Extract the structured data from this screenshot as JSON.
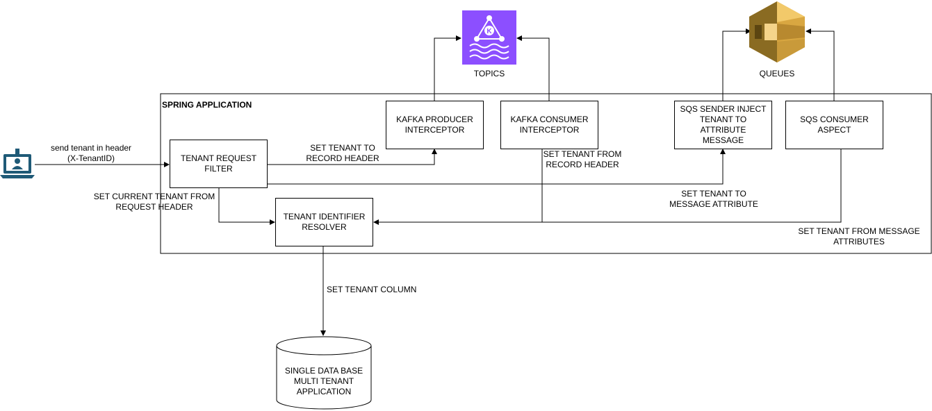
{
  "app_label": "SPRING APPLICATION",
  "user": {
    "label": "send tenant in header\n(X-TenantID)"
  },
  "boxes": {
    "tenant_request_filter": "TENANT REQUEST\nFILTER",
    "kafka_producer": "KAFKA PRODUCER\nINTERCEPTOR",
    "kafka_consumer": "KAFKA CONSUMER\nINTERCEPTOR",
    "sqs_sender": "SQS SENDER INJECT\nTENANT TO ATTRIBUTE\nMESSAGE",
    "sqs_consumer": "SQS CONSUMER\nASPECT",
    "tenant_resolver": "TENANT IDENTIFIER\nRESOLVER",
    "database": "SINGLE DATA BASE\nMULTI TENANT\nAPPLICATION"
  },
  "icons": {
    "kafka_label": "TOPICS",
    "sqs_label": "QUEUES",
    "kafka_color": "#8C4FFF",
    "sqs_color": "#D9A741"
  },
  "edges": {
    "set_tenant_record_header": "SET TENANT TO\nRECORD HEADER",
    "set_tenant_from_record_header": "SET TENANT FROM\nRECORD HEADER",
    "set_current_tenant": "SET CURRENT TENANT FROM\nREQUEST HEADER",
    "set_tenant_message_attribute": "SET TENANT TO\nMESSAGE ATTRIBUTE",
    "set_tenant_from_message_attributes": "SET TENANT FROM MESSAGE\nATTRIBUTES",
    "set_tenant_column": "SET TENANT COLUMN"
  }
}
